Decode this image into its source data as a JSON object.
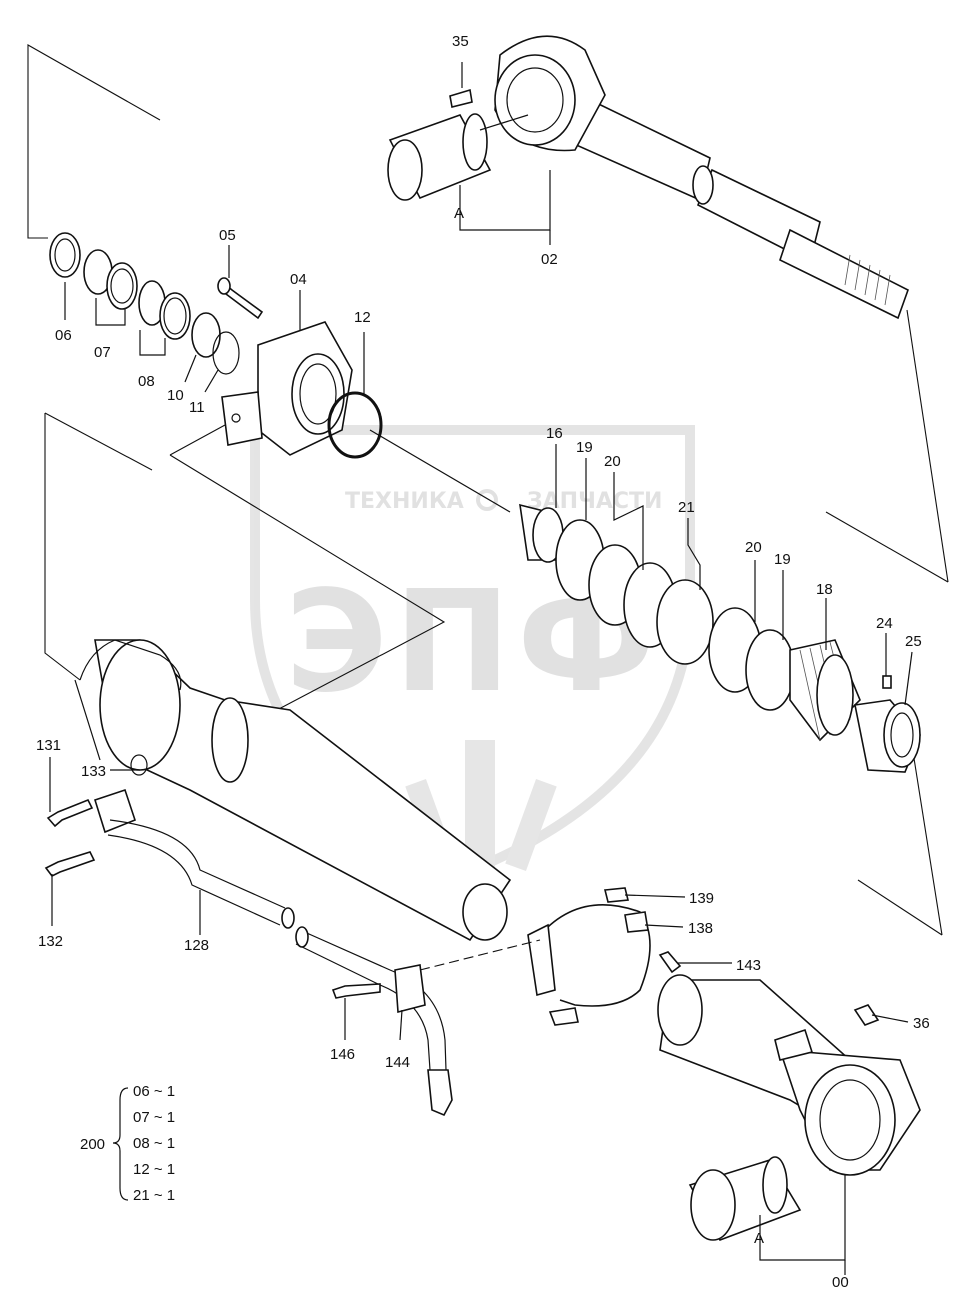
{
  "watermark": {
    "top_left": "ТЕХНИКА",
    "top_right": "ЗАПЧАСТИ",
    "big": "ЭПФ"
  },
  "labels": {
    "p00": "00",
    "p02": "02",
    "p04": "04",
    "p05": "05",
    "p06": "06",
    "p07": "07",
    "p08": "08",
    "p10": "10",
    "p11": "11",
    "p12": "12",
    "p16": "16",
    "p18": "18",
    "p19a": "19",
    "p19b": "19",
    "p20a": "20",
    "p20b": "20",
    "p21": "21",
    "p24": "24",
    "p25": "25",
    "p35": "35",
    "p36": "36",
    "p128": "128",
    "p131": "131",
    "p132": "132",
    "p133": "133",
    "p138": "138",
    "p139": "139",
    "p143": "143",
    "p144": "144",
    "p146": "146",
    "a_top": "A",
    "a_bottom": "A"
  },
  "kit": {
    "number": "200",
    "items": [
      "06 ~ 1",
      "07 ~ 1",
      "08 ~ 1",
      "12 ~ 1",
      "21 ~ 1"
    ]
  }
}
